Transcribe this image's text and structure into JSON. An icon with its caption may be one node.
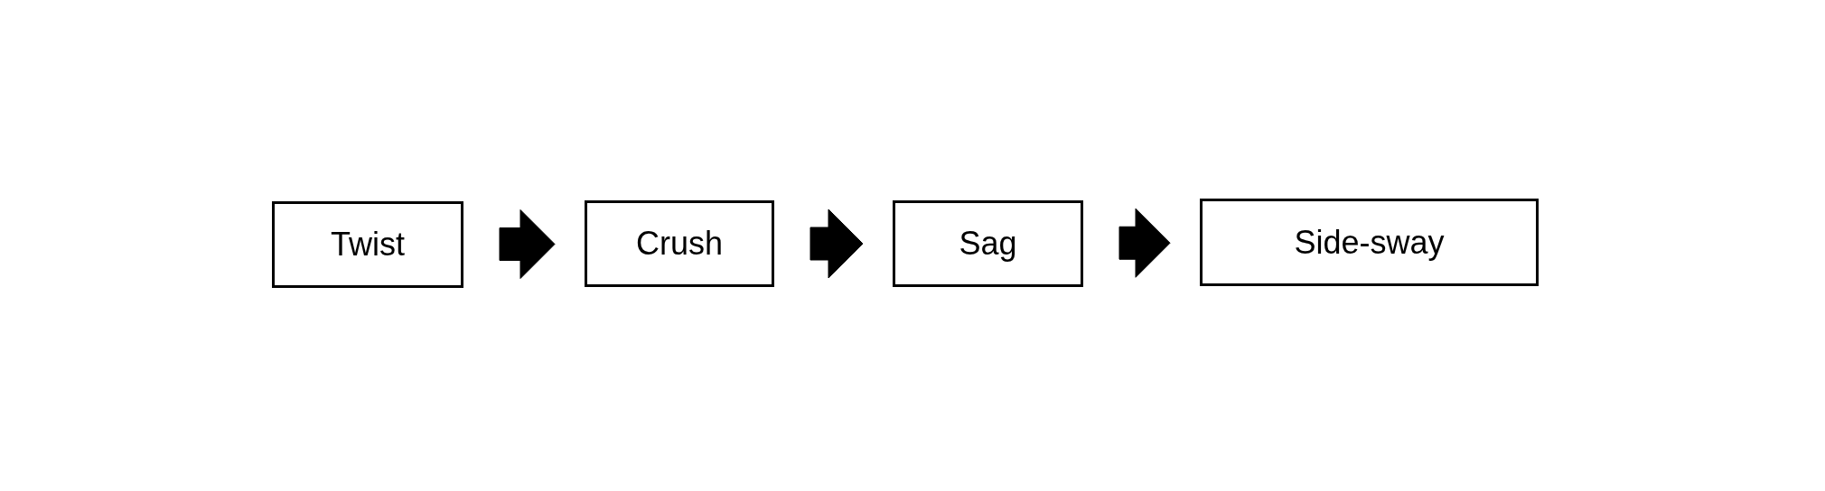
{
  "diagram": {
    "nodes": [
      {
        "text": [
          "Twist"
        ]
      },
      {
        "text": [
          "Crush"
        ]
      },
      {
        "text": [
          "Sag"
        ]
      },
      {
        "text": [
          "Side-sway"
        ]
      }
    ],
    "edges": [
      {
        "from": 0,
        "to": 1,
        "arrow": "to"
      },
      {
        "from": 1,
        "to": 2,
        "arrow": "to"
      },
      {
        "from": 2,
        "to": 3,
        "arrow": "to"
      }
    ]
  }
}
